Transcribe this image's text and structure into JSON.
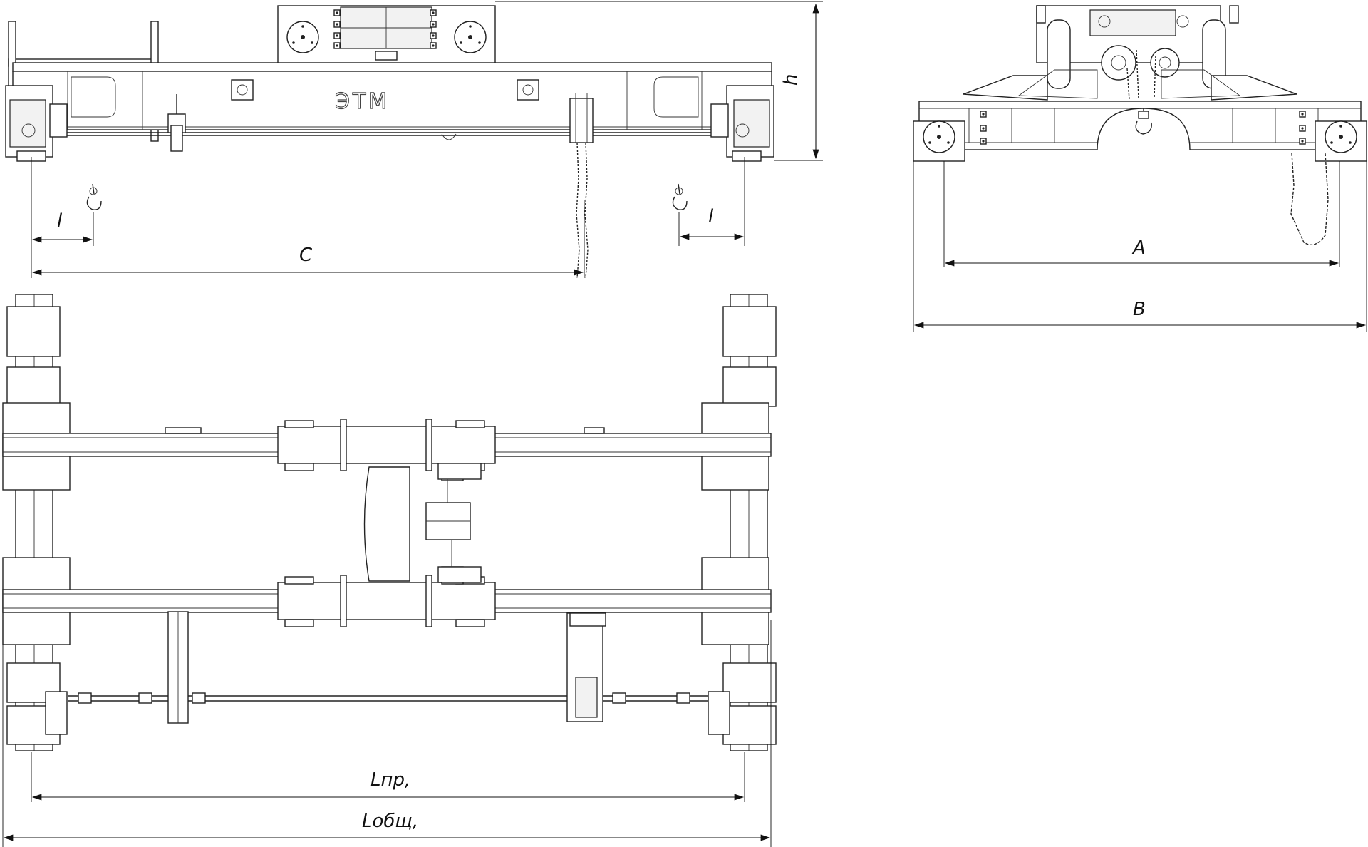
{
  "drawing": {
    "brand_logo": "ЭТМ"
  },
  "dimensions": {
    "c_label": "C",
    "h_label": "h",
    "l_left_label": "l",
    "l_right_label": "l",
    "a_label": "A",
    "b_label": "B",
    "lpr_label": "Lпр,",
    "lobsh_label": "Lобщ,"
  }
}
